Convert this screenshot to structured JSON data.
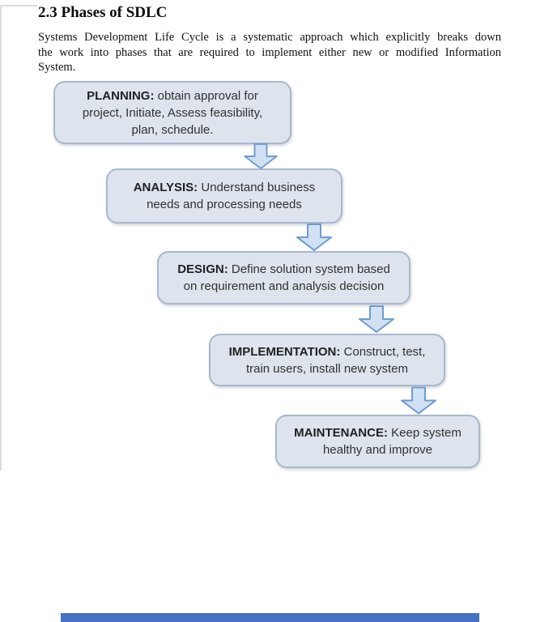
{
  "page": {
    "heading": "2.3 Phases of SDLC",
    "paragraph_lines": [
      "Systems Development Life Cycle is a systematic approach which explicitly breaks down",
      "the work into phases that are required to implement either new or modified Information",
      "System."
    ]
  },
  "diagram": {
    "type": "cascading-flow",
    "boxes": [
      {
        "label": "PLANNING:",
        "line1": " obtain approval for",
        "line2": "project, Initiate, Assess feasibility,",
        "line3": "plan, schedule."
      },
      {
        "label": "ANALYSIS:",
        "line1": " Understand business",
        "line2": "needs and processing needs"
      },
      {
        "label": "DESIGN:",
        "line1": " Define solution system based",
        "line2": "on requirement and analysis decision"
      },
      {
        "label": "IMPLEMENTATION:",
        "line1": " Construct, test,",
        "line2": "train users, install new system"
      },
      {
        "label": "MAINTENANCE:",
        "line1": " Keep system",
        "line2": "healthy and improve"
      }
    ],
    "colors": {
      "box_fill": "#dee4ee",
      "box_border": "#a9b8cc",
      "arrow_fill": "#cfe1f3",
      "arrow_border": "#6f9ccd",
      "text": "#303030"
    }
  },
  "footer": {
    "bar_color": "#4472c4"
  }
}
